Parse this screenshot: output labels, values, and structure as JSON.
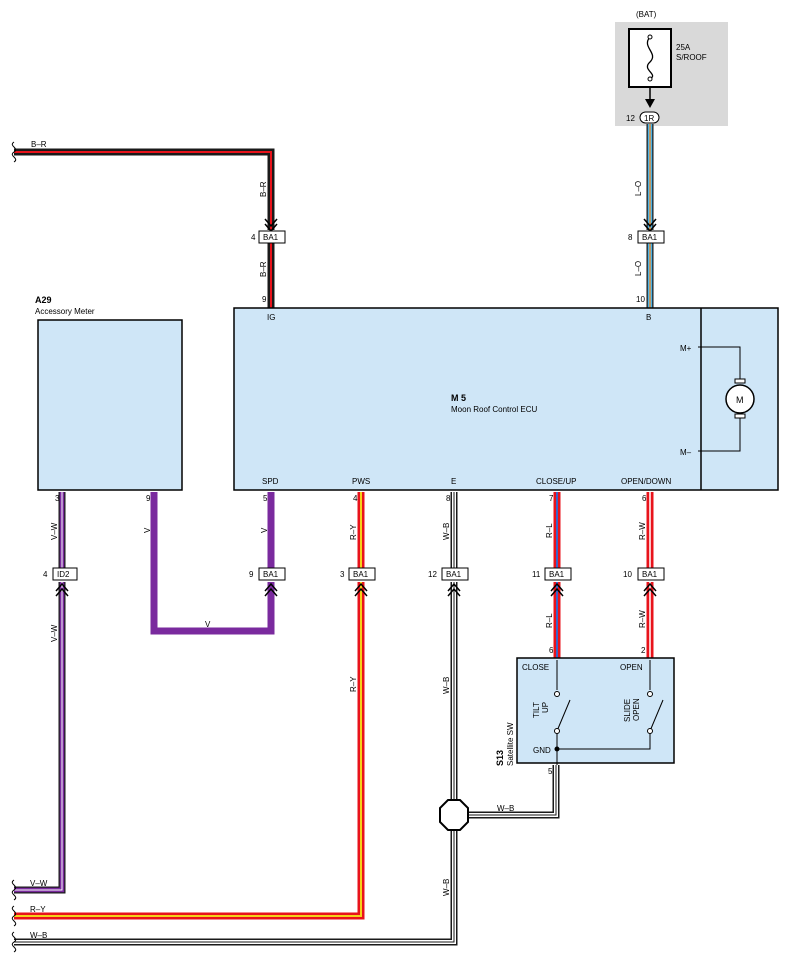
{
  "fuse_box": {
    "label": "(BAT)",
    "fuse_amp": "25A",
    "fuse_name": "S/ROOF",
    "connector": "1R",
    "pin": "12"
  },
  "ecu": {
    "code": "M 5",
    "name": "Moon Roof Control ECU",
    "pins": {
      "ig": "IG",
      "b": "B",
      "spd": "SPD",
      "pws": "PWS",
      "e": "E",
      "close_up": "CLOSE/UP",
      "open_down": "OPEN/DOWN"
    },
    "pin_numbers": {
      "ig": "9",
      "b": "10",
      "spd": "5",
      "pws": "4",
      "e": "8",
      "close_up": "7",
      "open_down": "6"
    },
    "motor": {
      "plus": "M+",
      "minus": "M–",
      "symbol": "M"
    }
  },
  "meter": {
    "code": "A29",
    "name": "Accessory Meter",
    "pin_3": "3",
    "pin_9": "9"
  },
  "switch": {
    "code": "S13",
    "name": "Satellite SW",
    "close_label": "CLOSE",
    "open_label": "OPEN",
    "gnd_label": "GND",
    "tilt_label": "TILT",
    "up_label": "UP",
    "slide_label": "SLIDE",
    "open_sub_label": "OPEN",
    "pin_close": "6",
    "pin_open": "2",
    "pin_gnd": "5"
  },
  "connectors": {
    "ba1": "BA1",
    "id2": "ID2",
    "ba1_4": "4",
    "ba1_8": "8",
    "id2_4": "4",
    "ba1_9": "9",
    "ba1_3": "3",
    "ba1_12": "12",
    "ba1_11": "11",
    "ba1_10": "10"
  },
  "wires": {
    "br": "B–R",
    "lo": "L–O",
    "vw": "V–W",
    "v": "V",
    "ry": "R–Y",
    "wb": "W–B",
    "rl": "R–L",
    "rw": "R–W"
  },
  "wire_colors": {
    "black": "#1a1a1a",
    "red": "#e8131b",
    "blue": "#4fb3e6",
    "orange": "#f08a24",
    "violet": "#7a2a9e",
    "yellow": "#f5d21a",
    "white": "#ffffff",
    "box_fill": "#cfe6f7",
    "fuse_bg": "#d9d9d9"
  }
}
